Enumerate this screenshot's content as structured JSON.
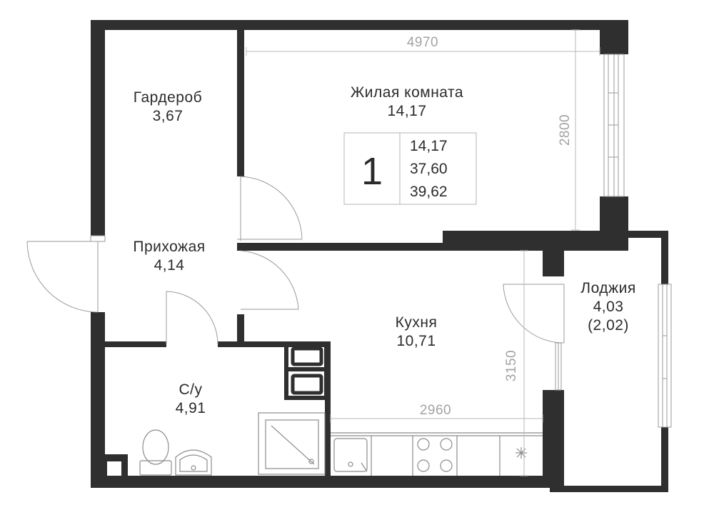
{
  "rooms": {
    "wardrobe": {
      "name": "Гардероб",
      "area": "3,67"
    },
    "living": {
      "name": "Жилая комната",
      "area": "14,17"
    },
    "hall": {
      "name": "Прихожая",
      "area": "4,14"
    },
    "kitchen": {
      "name": "Кухня",
      "area": "10,71"
    },
    "bathroom": {
      "name": "С/у",
      "area": "4,91"
    },
    "loggia": {
      "name": "Лоджия",
      "area": "4,03",
      "reduced_area": "(2,02)"
    }
  },
  "info_box": {
    "rooms_count": "1",
    "living_area": "14,17",
    "total_area": "37,60",
    "total_area_with_loggia": "39,62"
  },
  "dimensions": {
    "living_width": "4970",
    "living_depth": "2800",
    "kitchen_width": "2960",
    "kitchen_depth": "3150"
  },
  "colors": {
    "wall": "#2f2f2f",
    "dimension_text": "#a3a3a3",
    "label_text": "#2b2b2b"
  }
}
